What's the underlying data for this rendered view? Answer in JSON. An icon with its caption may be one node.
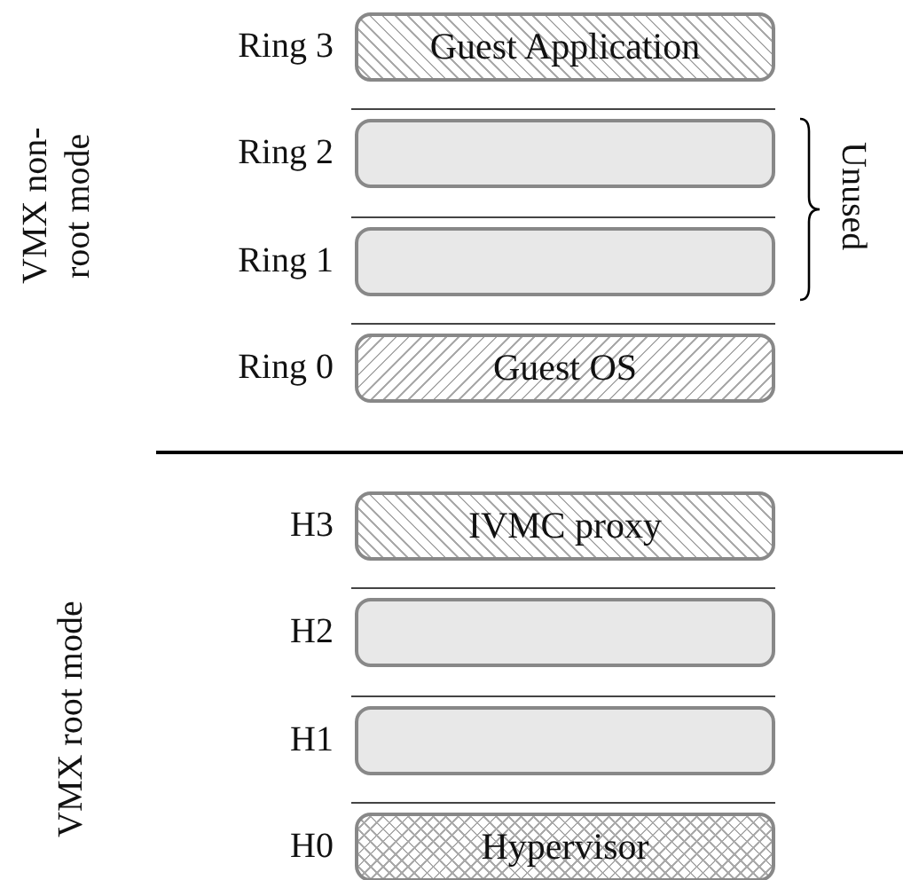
{
  "diagram": {
    "nodes": [
      {
        "text": [
          "Guest Application"
        ],
        "beside": [
          "Ring 3"
        ]
      },
      {
        "text": [],
        "shape": "bar",
        "beside": [
          "Ring 2"
        ]
      },
      {
        "text": [],
        "shape": "bar",
        "beside": [
          "Ring 1"
        ]
      },
      {
        "text": [
          "Guest OS"
        ],
        "beside": [
          "Ring 0"
        ]
      },
      {
        "text": [
          "IVMC proxy"
        ],
        "beside": [
          "H3"
        ]
      },
      {
        "text": [],
        "shape": "bar",
        "beside": [
          "H2"
        ]
      },
      {
        "text": [],
        "shape": "bar",
        "beside": [
          "H1"
        ]
      },
      {
        "text": [
          "Hypervisor"
        ],
        "beside": [
          "H0"
        ]
      }
    ],
    "edges": [],
    "labels": [
      "VMX non-root mode",
      "Unused",
      "VMX root mode"
    ]
  }
}
